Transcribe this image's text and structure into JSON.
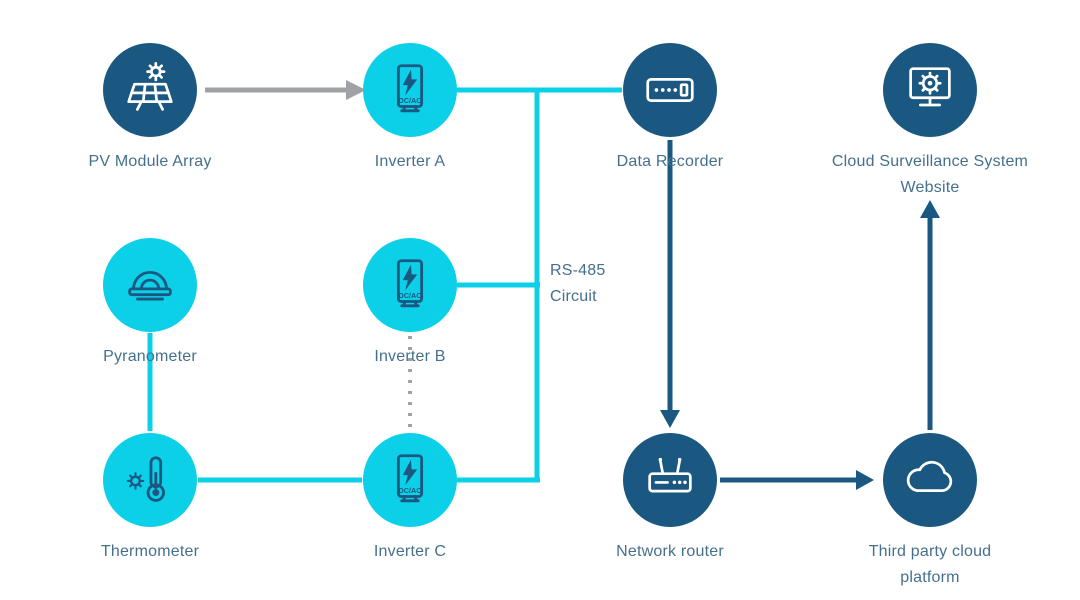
{
  "colors": {
    "dark_blue": "#1b5881",
    "cyan": "#0ccfe8",
    "gray": "#a0a3a6",
    "label": "#44708c",
    "background": "#ffffff"
  },
  "nodes": [
    {
      "label": "PV Module Array",
      "icon": "solar-panel-icon",
      "variant": "dark"
    },
    {
      "label": "Inverter A",
      "icon": "inverter-icon",
      "variant": "cyan",
      "icon_label": "DC/AC"
    },
    {
      "label": "Data Recorder",
      "icon": "data-recorder-icon",
      "variant": "dark"
    },
    {
      "label": "Cloud Surveillance System Website",
      "icon": "monitor-gear-icon",
      "variant": "dark"
    },
    {
      "label": "Pyranometer",
      "icon": "pyranometer-icon",
      "variant": "cyan"
    },
    {
      "label": "Inverter B",
      "icon": "inverter-icon",
      "variant": "cyan",
      "icon_label": "DC/AC"
    },
    {
      "label": "Thermometer",
      "icon": "thermometer-icon",
      "variant": "cyan"
    },
    {
      "label": "Inverter C",
      "icon": "inverter-icon",
      "variant": "cyan",
      "icon_label": "DC/AC"
    },
    {
      "label": "Network router",
      "icon": "network-router-icon",
      "variant": "dark"
    },
    {
      "label": "Third party cloud platform",
      "icon": "cloud-icon",
      "variant": "dark"
    }
  ],
  "annotations": {
    "rs485_line1": "RS-485",
    "rs485_line2": "Circuit"
  }
}
